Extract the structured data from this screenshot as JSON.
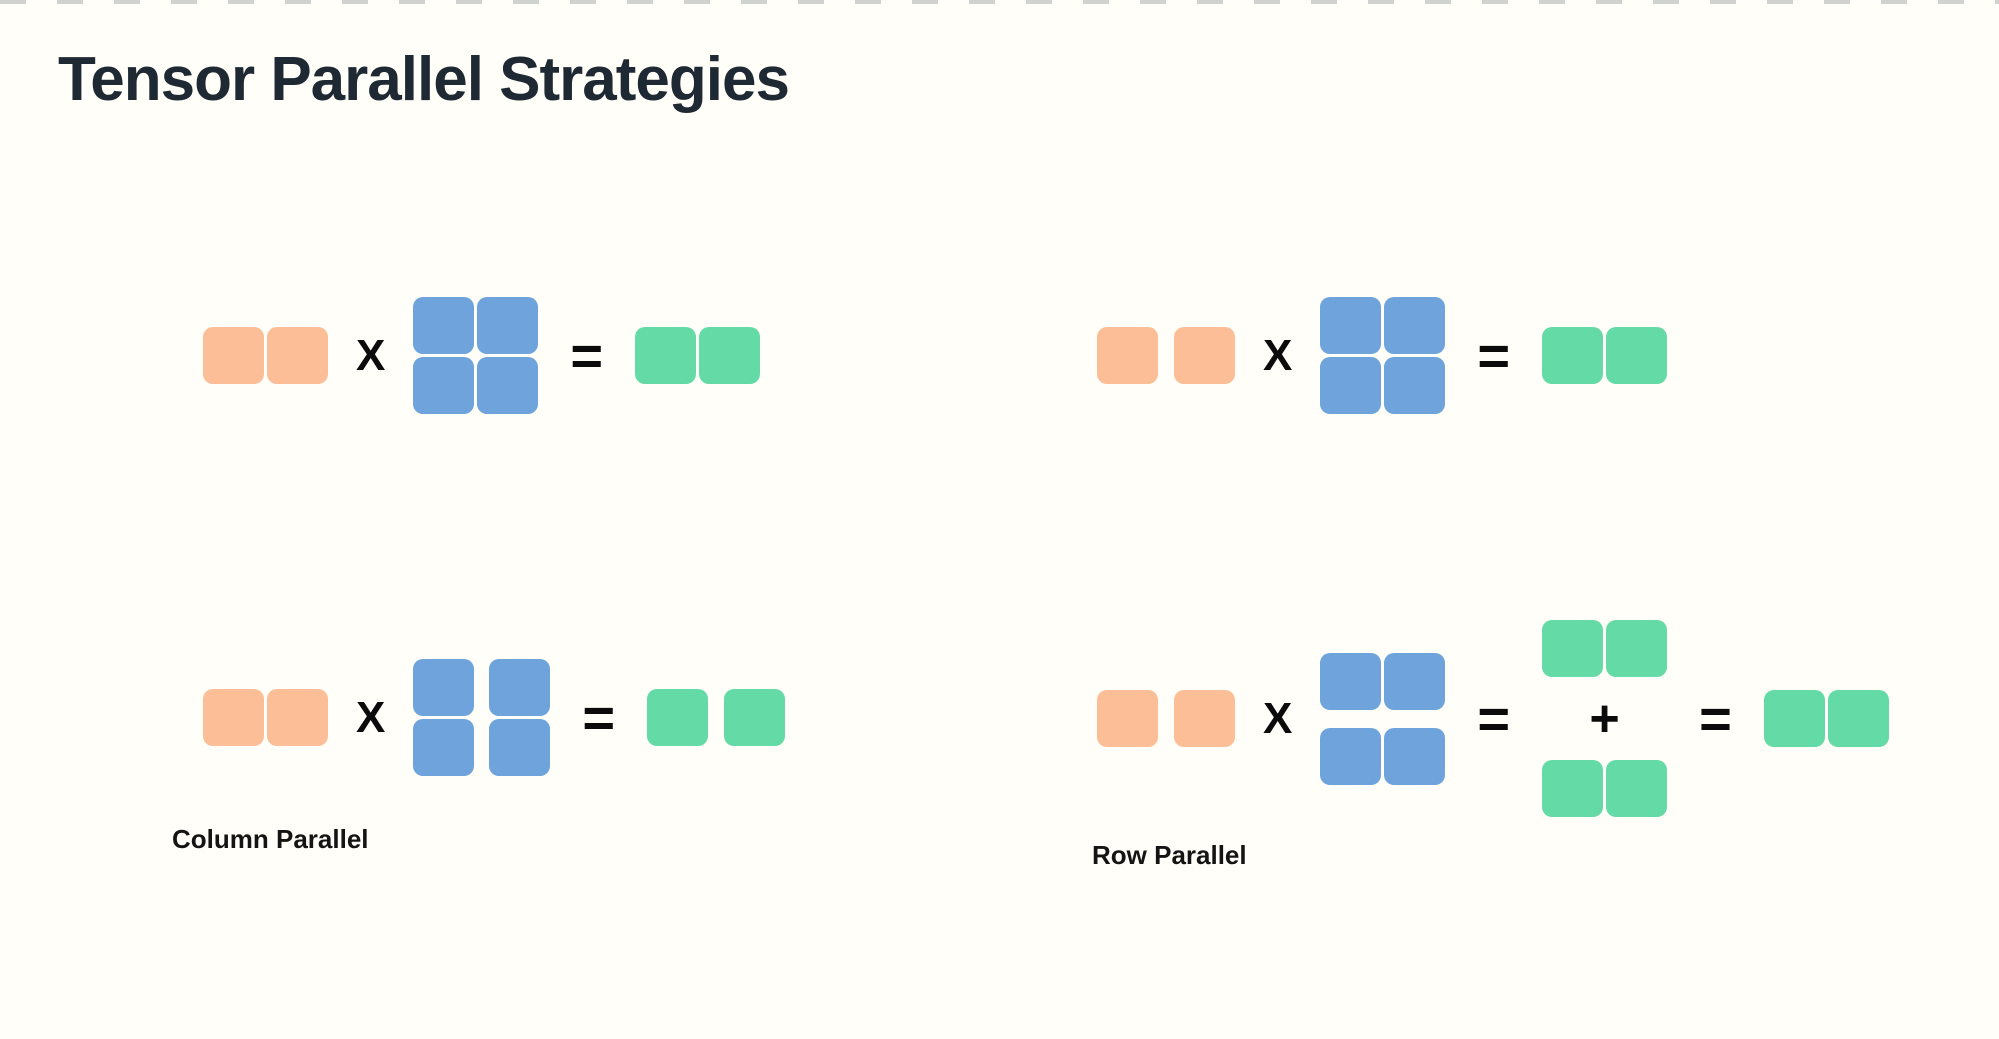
{
  "page": {
    "title": "Tensor Parallel Strategies"
  },
  "operators": {
    "multiply": "X",
    "equals": "=",
    "plus": "+"
  },
  "labels": {
    "column_parallel": "Column Parallel",
    "row_parallel": "Row Parallel"
  },
  "colors": {
    "background": "#FFFEF8",
    "title_text": "#1F2933",
    "orange_block": "#FBBE96",
    "blue_block": "#6EA3DB",
    "green_block": "#64DAA6",
    "operator_text": "#0B0B0B",
    "label_text": "#141414",
    "top_border_dash": "rgba(40,52,64,0.22)"
  },
  "diagrams": {
    "top_left": {
      "terms": [
        "orange-1x2-joined",
        "X",
        "blue-2x2-joined",
        "=",
        "green-1x2-joined"
      ]
    },
    "top_right": {
      "terms": [
        "orange-1x2-split",
        "X",
        "blue-2x2-joined",
        "=",
        "green-1x2-joined"
      ]
    },
    "bottom_left": {
      "label": "Column Parallel",
      "terms": [
        "orange-1x2-joined",
        "X",
        "blue-2x2-column-split",
        "=",
        "green-1x2-split"
      ]
    },
    "bottom_right": {
      "label": "Row Parallel",
      "terms": [
        "orange-1x2-split",
        "X",
        "blue-2x2-row-split",
        "=",
        "green-1x2-joined",
        "+",
        "green-1x2-joined",
        "=",
        "green-1x2-joined"
      ]
    }
  }
}
